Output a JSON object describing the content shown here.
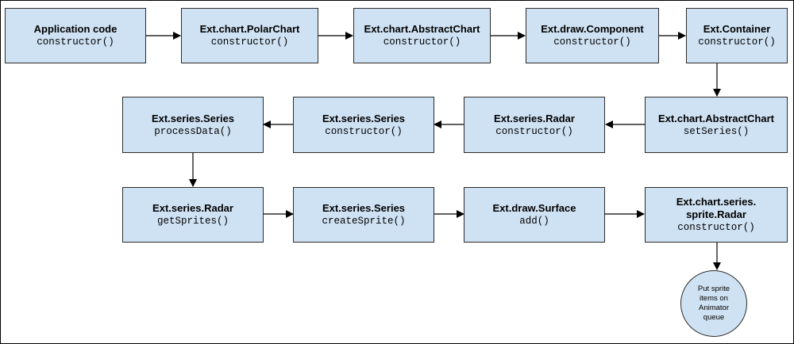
{
  "nodes": [
    {
      "id": "app",
      "title": "Application code",
      "method": "constructor()"
    },
    {
      "id": "polar",
      "title": "Ext.chart.PolarChart",
      "method": "constructor()"
    },
    {
      "id": "abstract1",
      "title": "Ext.chart.AbstractChart",
      "method": "constructor()"
    },
    {
      "id": "drawcomp",
      "title": "Ext.draw.Component",
      "method": "constructor()"
    },
    {
      "id": "container",
      "title": "Ext.Container",
      "method": "constructor()"
    },
    {
      "id": "abstract2",
      "title": "Ext.chart.AbstractChart",
      "method": "setSeries()"
    },
    {
      "id": "radar1",
      "title": "Ext.series.Radar",
      "method": "constructor()"
    },
    {
      "id": "series1",
      "title": "Ext.series.Series",
      "method": "constructor()"
    },
    {
      "id": "series2",
      "title": "Ext.series.Series",
      "method": "processData()"
    },
    {
      "id": "radar2",
      "title": "Ext.series.Radar",
      "method": "getSprites()"
    },
    {
      "id": "series3",
      "title": "Ext.series.Series",
      "method": "createSprite()"
    },
    {
      "id": "surface",
      "title": "Ext.draw.Surface",
      "method": "add()"
    },
    {
      "id": "sprite",
      "title_line1": "Ext.chart.series.",
      "title_line2": "sprite.Radar",
      "method": "constructor()"
    }
  ],
  "end_node": {
    "text": "Put sprite items on Animator queue"
  },
  "edges": [
    [
      "app",
      "polar"
    ],
    [
      "polar",
      "abstract1"
    ],
    [
      "abstract1",
      "drawcomp"
    ],
    [
      "drawcomp",
      "container"
    ],
    [
      "container",
      "abstract2"
    ],
    [
      "abstract2",
      "radar1"
    ],
    [
      "radar1",
      "series1"
    ],
    [
      "series1",
      "series2"
    ],
    [
      "series2",
      "radar2"
    ],
    [
      "radar2",
      "series3"
    ],
    [
      "series3",
      "surface"
    ],
    [
      "surface",
      "sprite"
    ],
    [
      "sprite",
      "end_node"
    ]
  ]
}
